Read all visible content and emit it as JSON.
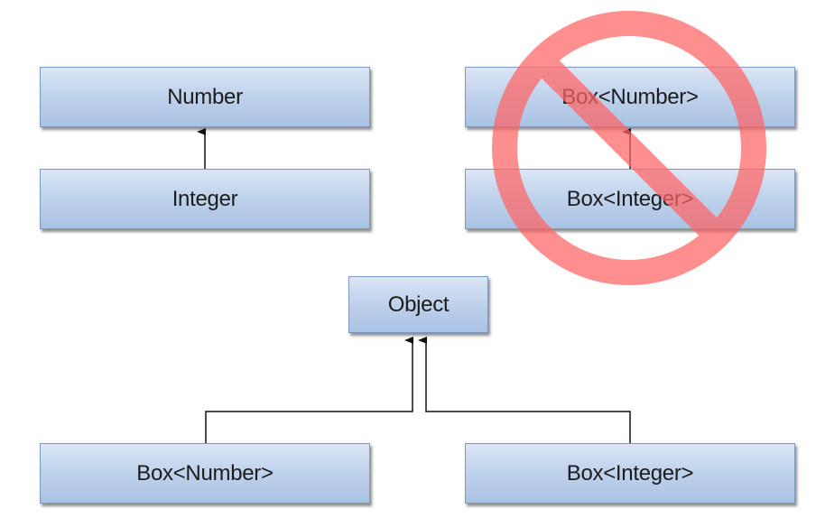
{
  "boxes": {
    "number": "Number",
    "integer": "Integer",
    "box_number_top": "Box<Number>",
    "box_integer_top": "Box<Integer>",
    "object": "Object",
    "box_number_bottom": "Box<Number>",
    "box_integer_bottom": "Box<Integer>"
  },
  "colors": {
    "box_fill": "#c1d3ec",
    "box_border": "#7f98bd",
    "prohibition_sign": "#ff6f6f"
  },
  "icons": {
    "prohibition": "no-entry-sign-icon"
  }
}
